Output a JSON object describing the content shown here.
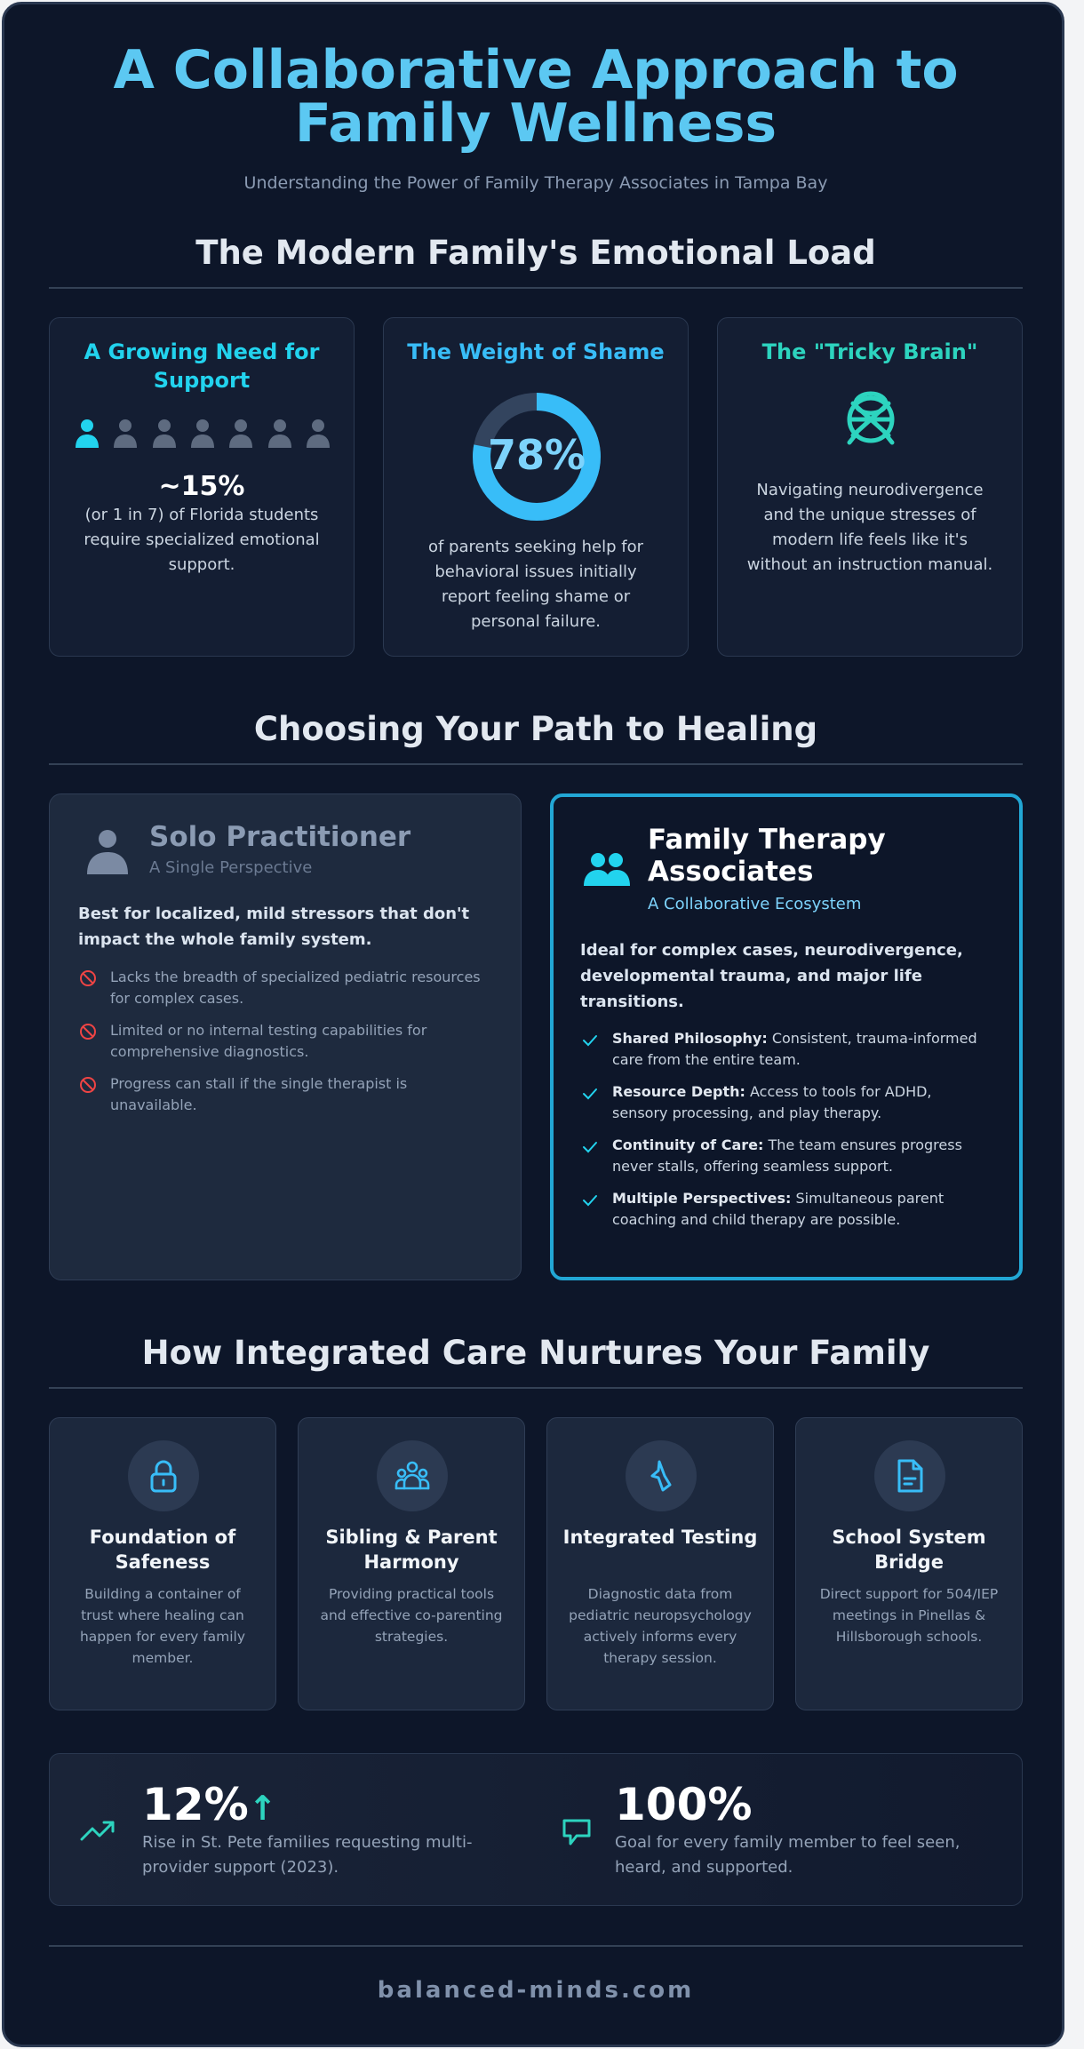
{
  "header": {
    "title_line1": "A Collaborative Approach to",
    "title_line2": "Family Wellness",
    "subtitle": "Understanding the Power of Family Therapy Associates in Tampa Bay"
  },
  "section1": {
    "title": "The Modern Family's Emotional Load",
    "cards": [
      {
        "title": "A Growing Need for Support",
        "icon": "person-icon",
        "highlighted_people": 1,
        "total_people": 7,
        "stat": "~15%",
        "text": "(or 1 in 7) of Florida students require specialized emotional support."
      },
      {
        "title": "The Weight of Shame",
        "icon": "donut-chart",
        "percent_value": 78,
        "percent_label": "78%",
        "text": "of parents seeking help for behavioral issues initially report feeling shame or personal failure."
      },
      {
        "title": "The \"Tricky Brain\"",
        "icon": "brain-icon",
        "text": "Navigating neurodivergence and the unique stresses of modern life feels like it's without an instruction manual."
      }
    ]
  },
  "section2": {
    "title": "Choosing Your Path to Healing",
    "solo": {
      "title": "Solo Practitioner",
      "subtitle": "A Single Perspective",
      "lead": "Best for localized, mild stressors that don't impact the whole family system.",
      "items": [
        "Lacks the breadth of specialized pediatric resources for complex cases.",
        "Limited or no internal testing capabilities for comprehensive diagnostics.",
        "Progress can stall if the single therapist is unavailable."
      ]
    },
    "fta": {
      "title": "Family Therapy Associates",
      "subtitle": "A Collaborative Ecosystem",
      "lead": "Ideal for complex cases, neurodivergence, developmental trauma, and major life transitions.",
      "items": [
        {
          "bold": "Shared Philosophy:",
          "text": " Consistent, trauma-informed care from the entire team."
        },
        {
          "bold": "Resource Depth:",
          "text": " Access to tools for ADHD, sensory processing, and play therapy."
        },
        {
          "bold": "Continuity of Care:",
          "text": " The team ensures progress never stalls, offering seamless support."
        },
        {
          "bold": "Multiple Perspectives:",
          "text": " Simultaneous parent coaching and child therapy are possible."
        }
      ]
    }
  },
  "section3": {
    "title": "How Integrated Care Nurtures Your Family",
    "features": [
      {
        "icon": "lock-icon",
        "title": "Foundation of Safeness",
        "text": "Building a container of trust where healing can happen for every family member."
      },
      {
        "icon": "users-icon",
        "title": "Sibling & Parent Harmony",
        "text": "Providing practical tools and effective co-parenting strategies."
      },
      {
        "icon": "pointer-icon",
        "title": "Integrated Testing",
        "text": "Diagnostic data from pediatric neuropsychology actively informs every therapy session."
      },
      {
        "icon": "document-icon",
        "title": "School System Bridge",
        "text": "Direct support for 504/IEP meetings in Pinellas & Hillsborough schools."
      }
    ]
  },
  "stats": [
    {
      "icon": "trending-up-icon",
      "value": "12%",
      "suffix": "↑",
      "text": "Rise in St. Pete families requesting multi-provider support (2023)."
    },
    {
      "icon": "chat-icon",
      "value": "100%",
      "text": "Goal for every family member to feel seen, heard, and supported."
    }
  ],
  "footer": {
    "text": "balanced-minds.com"
  },
  "colors": {
    "background": "#0d1629",
    "cyan": "#22d3ee",
    "sky": "#38bdf8",
    "teal": "#2dd4bf",
    "red": "#ef4444",
    "muted": "#94a3b8"
  }
}
